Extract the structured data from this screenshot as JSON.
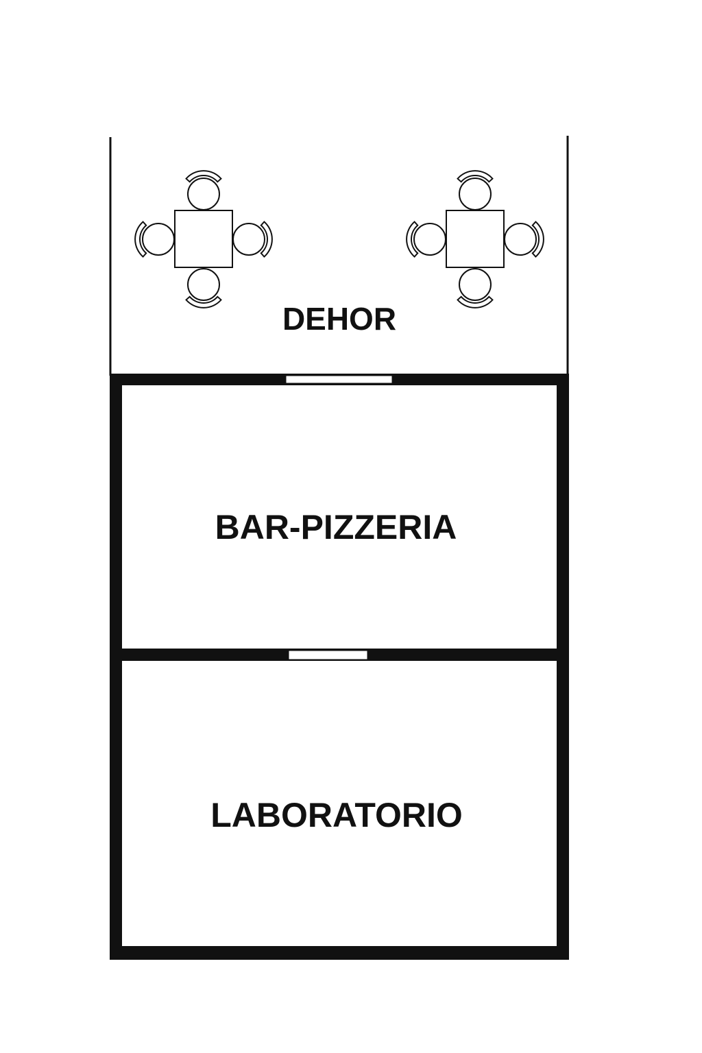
{
  "rooms": {
    "dehor": "DEHOR",
    "bar_pizzeria": "BAR-PIZZERIA",
    "laboratorio": "LABORATORIO"
  },
  "furniture": {
    "tables": 2,
    "chairs_per_table": 4
  },
  "colors": {
    "wall": "#111111",
    "background": "#ffffff"
  }
}
